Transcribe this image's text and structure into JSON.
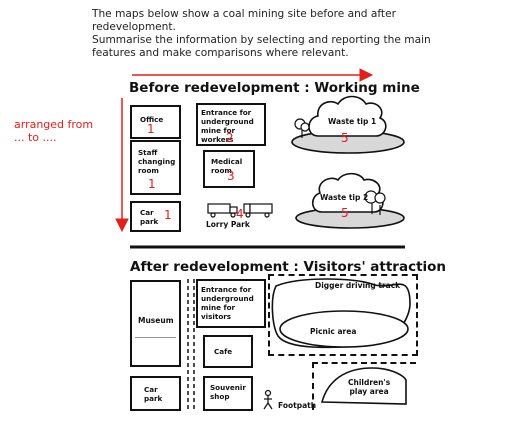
{
  "prompt": {
    "line1": "The maps below show a coal mining site before and after redevelopment.",
    "line2": "Summarise the information by selecting and reporting the main features and make comparisons where relevant."
  },
  "annotation": {
    "text1": "arranged from",
    "text2": "... to ...."
  },
  "before": {
    "title": "Before redevelopment : Working mine",
    "office": "Office",
    "office_num": "1",
    "entrance_l1": "Entrance for",
    "entrance_l2": "underground",
    "entrance_l3": "mine for workers",
    "entrance_num": "2",
    "staff_l1": "Staff",
    "staff_l2": "changing",
    "staff_l3": "room",
    "staff_num": "1",
    "medical_l1": "Medical",
    "medical_l2": "room",
    "medical_num": "3",
    "carpark_l1": "Car",
    "carpark_l2": "park",
    "carpark_num": "1",
    "lorry": "Lorry Park",
    "lorry_num": "4",
    "waste1": "Waste tip 1",
    "waste1_num": "5",
    "waste2": "Waste tip 2",
    "waste2_num": "5"
  },
  "after": {
    "title": "After redevelopment : Visitors' attraction",
    "museum": "Museum",
    "entrance_l1": "Entrance for",
    "entrance_l2": "underground",
    "entrance_l3": "mine for visitors",
    "cafe": "Cafe",
    "souvenir_l1": "Souvenir",
    "souvenir_l2": "shop",
    "carpark_l1": "Car",
    "carpark_l2": "park",
    "footpath": "Footpath",
    "digger": "Digger driving track",
    "picnic": "Picnic area",
    "children_l1": "Children's",
    "children_l2": "play area"
  }
}
